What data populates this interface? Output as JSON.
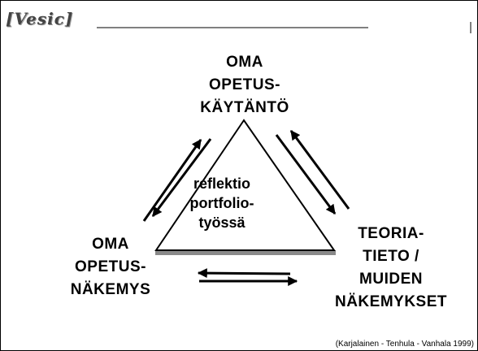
{
  "header": {
    "logo_left": "[Vesic]",
    "logo_right": ""
  },
  "nodes": {
    "top": [
      "OMA",
      "OPETUS-",
      "KÄYTÄNTÖ"
    ],
    "left": [
      "OMA",
      "OPETUS-",
      "NÄKEMYS"
    ],
    "right": [
      "TEORIA-",
      "TIETO /",
      "MUIDEN",
      "NÄKEMYKSET"
    ]
  },
  "center": [
    "reflektio",
    "portfolio-",
    "työssä"
  ],
  "citation": "(Karjalainen - Tenhula - Vanhala 1999)"
}
